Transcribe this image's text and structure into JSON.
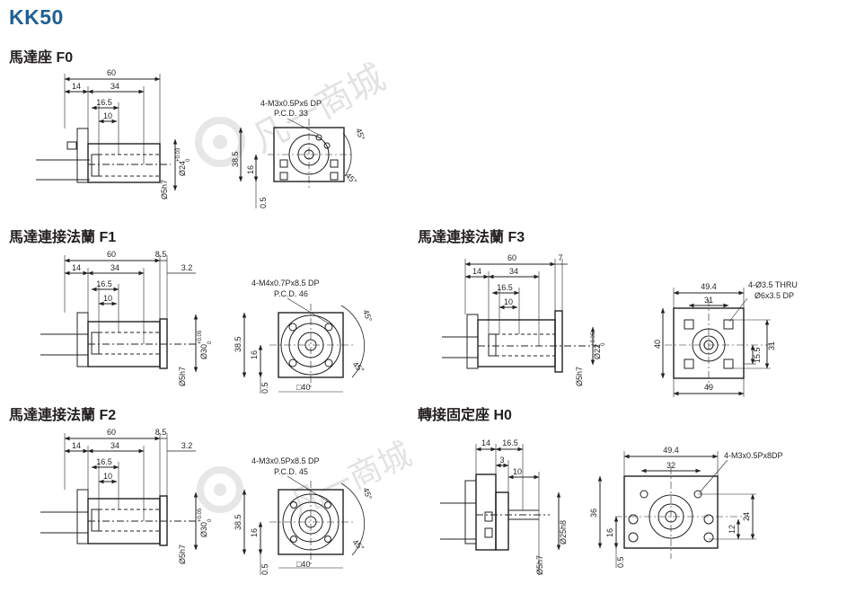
{
  "title": "KK50",
  "sections": {
    "f0": "馬達座 F0",
    "f1": "馬達連接法蘭 F1",
    "f3": "馬達連接法蘭 F3",
    "f2": "馬達連接法蘭 F2",
    "h0": "轉接固定座 H0"
  },
  "watermark": {
    "text": "凡一商城"
  },
  "dims": {
    "f0": {
      "d60": "60",
      "d14": "14",
      "d34": "34",
      "d16_5": "16.5",
      "d10": "10",
      "shaft": "Ø5h7",
      "bore": "Ø24",
      "bore_tol_up": "+0.03",
      "bore_tol_lo": "0",
      "note1": "4-M3x0.5Px6 DP",
      "note2": "P.C.D. 33",
      "h38_5": "38.5",
      "h16": "16",
      "h0_5": "0.5",
      "a45a": "45°",
      "a45b": "45°"
    },
    "f1": {
      "d60": "60",
      "d8_5": "8.5",
      "d14": "14",
      "d34": "34",
      "d3_2": "3.2",
      "d16_5": "16.5",
      "d10": "10",
      "shaft": "Ø5h7",
      "bore": "Ø30",
      "bore_tol_up": "+0.05",
      "bore_tol_lo": "0",
      "note1": "4-M4x0.7Px8.5 DP",
      "note2": "P.C.D. 46",
      "h38_5": "38.5",
      "h16": "16",
      "h0_5": "0.5",
      "sq": "□40",
      "a45a": "45°",
      "a45b": "45°"
    },
    "f3": {
      "d60": "60",
      "d7": "7",
      "d14": "14",
      "d34": "34",
      "d16_5": "16.5",
      "d10": "10",
      "shaft": "Ø5h7",
      "bore": "Ø22",
      "bore_tol_up": "+0.05",
      "bore_tol_lo": "0",
      "w49_4": "49.4",
      "w31": "31",
      "note1": "4-Ø3.5 THRU",
      "note2": "Ø6x3.5 DP",
      "h40": "40",
      "h15_5": "15.5",
      "h31": "31",
      "w49": "49"
    },
    "f2": {
      "d60": "60",
      "d8_5": "8.5",
      "d14": "14",
      "d34": "34",
      "d3_2": "3.2",
      "d16_5": "16.5",
      "d10": "10",
      "shaft": "Ø5h7",
      "bore": "Ø30",
      "bore_tol_up": "+0.05",
      "bore_tol_lo": "0",
      "note1": "4-M3x0.5Px8.5 DP",
      "note2": "P.C.D. 45",
      "h38_5": "38.5",
      "h16": "16",
      "h0_5": "0.5",
      "sq": "□40",
      "a45a": "45°",
      "a45b": "45°"
    },
    "h0": {
      "d14": "14",
      "d16_5": "16.5",
      "d3": "3",
      "d10": "10",
      "bore": "Ø25h8",
      "shaft": "Ø5h7",
      "w49_4": "49.4",
      "w32": "32",
      "note1": "4-M3x0.5Px8DP",
      "h36": "36",
      "h16": "16",
      "h0_5": "0.5",
      "h12": "12",
      "h24": "24"
    }
  }
}
